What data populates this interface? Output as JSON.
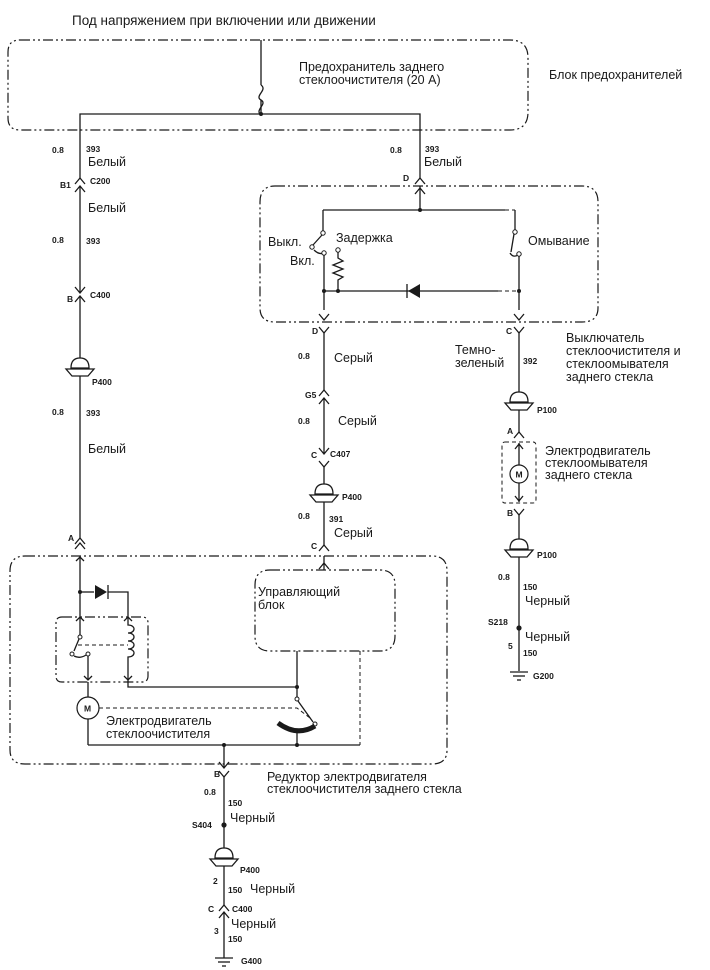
{
  "diagram": {
    "top_caption": "Под напряжением при включении или движении",
    "fuse_block": {
      "label": "Блок предохранителей",
      "fuse_line1": "Предохранитель заднего",
      "fuse_line2": "стеклоочистителя (20 А)"
    },
    "left_wire": {
      "gauge_top": "0.8",
      "circuit_top": "393",
      "color_top": "Белый",
      "pin_c200": "B1",
      "conn_c200": "C200",
      "color_mid": "Белый",
      "gauge_mid": "0.8",
      "circuit_mid": "393",
      "pin_c400": "B",
      "conn_c400": "C400",
      "splice": "P400",
      "gauge_low": "0.8",
      "circuit_low": "393",
      "color_low": "Белый",
      "pin_a": "A"
    },
    "switch_feed": {
      "gauge": "0.8",
      "circuit": "393",
      "color": "Белый",
      "pin": "D"
    },
    "switch_block": {
      "off_label": "Выкл.",
      "delay_label": "Задержка",
      "on_label": "Вкл.",
      "wash_label": "Омывание",
      "name_line1": "Выключатель",
      "name_line2": "стеклоочистителя и",
      "name_line3": "стеклоомывателя",
      "name_line4": "заднего стекла"
    },
    "middle_wire": {
      "pin_d": "D",
      "gauge1": "0.8",
      "color1": "Серый",
      "pin_g5": "G5",
      "gauge2": "0.8",
      "color2": "Серый",
      "pin_c": "C",
      "conn_c407": "C407",
      "splice": "P400",
      "gauge3": "0.8",
      "circuit3": "391",
      "color3": "Серый",
      "pin_c_bottom": "C"
    },
    "washer_wire": {
      "pin_c": "C",
      "color_line1": "Темно-",
      "color_line2": "зеленый",
      "circuit": "392",
      "splice_top": "P100",
      "pin_a": "A",
      "motor_symbol": "M",
      "motor_line1": "Электродвигатель",
      "motor_line2": "стеклоомывателя",
      "motor_line3": "заднего стекла",
      "pin_b": "B",
      "splice_bottom": "P100",
      "gauge": "0.8",
      "circuit2": "150",
      "color2": "Черный",
      "splice_s218": "S218",
      "color3": "Черный",
      "pin_5": "5",
      "circuit3": "150",
      "ground": "G200"
    },
    "wiper_motor_block": {
      "control_unit_line1": "Управляющий",
      "control_unit_line2": "блок",
      "motor_symbol": "M",
      "motor_line1": "Электродвигатель",
      "motor_line2": "стеклоочистителя",
      "name_line1": "Редуктор электродвигателя",
      "name_line2": "стеклоочистителя заднего стекла"
    },
    "ground_wire": {
      "pin_b": "B",
      "gauge": "0.8",
      "circuit1": "150",
      "color1": "Черный",
      "splice_s404": "S404",
      "splice_p400": "P400",
      "pin_2": "2",
      "circuit2": "150",
      "color2": "Черный",
      "pin_c": "C",
      "conn_c400": "C400",
      "color3": "Черный",
      "pin_3": "3",
      "circuit3": "150",
      "ground": "G400"
    }
  }
}
